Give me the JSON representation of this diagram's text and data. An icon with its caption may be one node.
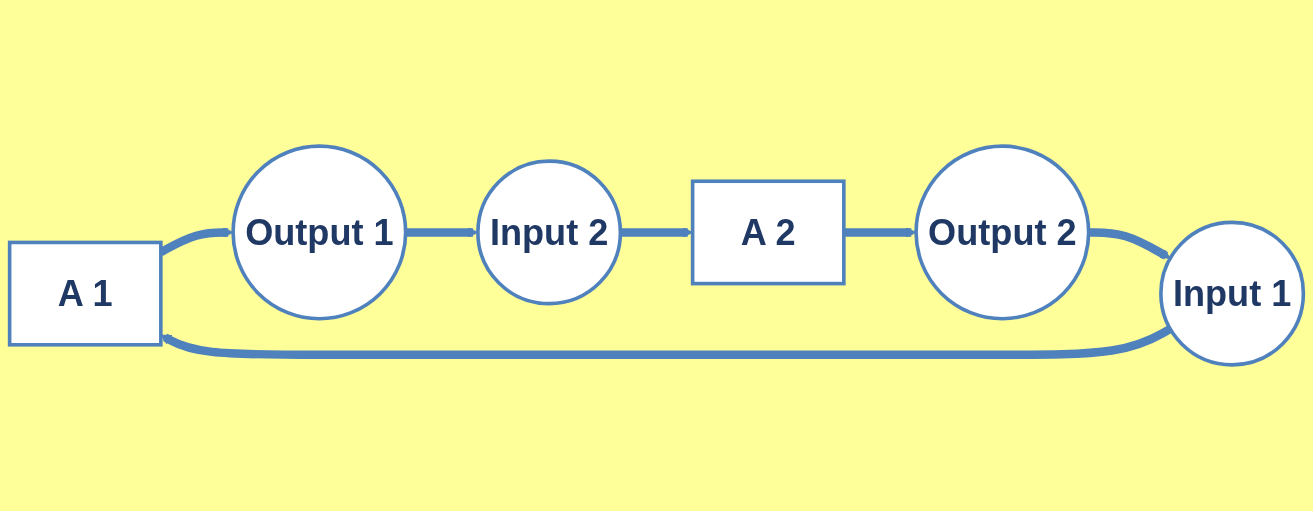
{
  "diagram": {
    "nodes": [
      {
        "text": [
          "A 1"
        ]
      },
      {
        "text": [
          "Output 1"
        ]
      },
      {
        "text": [
          "Input 2"
        ]
      },
      {
        "text": [
          "A 2"
        ]
      },
      {
        "text": [
          "Output 2"
        ]
      },
      {
        "text": [
          "Input 1"
        ]
      }
    ],
    "edges": [
      {
        "from": 0,
        "to": 1,
        "arrow": "to"
      },
      {
        "from": 1,
        "to": 2,
        "arrow": "to"
      },
      {
        "from": 2,
        "to": 3,
        "arrow": "to"
      },
      {
        "from": 3,
        "to": 4,
        "arrow": "to"
      },
      {
        "from": 4,
        "to": 5,
        "arrow": "to"
      },
      {
        "from": 5,
        "to": 0,
        "arrow": "to"
      }
    ]
  }
}
